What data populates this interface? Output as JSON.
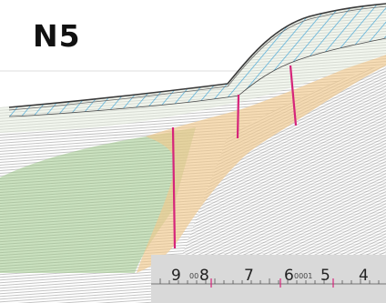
{
  "profile": {
    "label": "N5",
    "colors": {
      "background": "#ffffff",
      "green_unit": "#9fc98a",
      "tan_unit": "#f1c98e",
      "hatch": "#4aa9d8",
      "fault": "#d6247a",
      "reflectors": "#3a3a3a",
      "scale_bar": "#d9d9d9"
    }
  },
  "scale": {
    "numbers": [
      "9",
      "8",
      "7",
      "6",
      "5",
      "4"
    ],
    "small_labels": [
      "00",
      "0001"
    ]
  }
}
